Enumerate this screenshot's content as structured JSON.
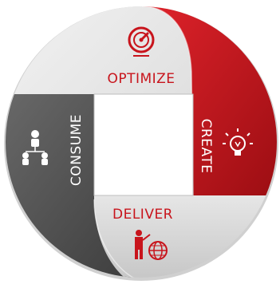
{
  "segments": {
    "optimize": {
      "label": "OPTIMIZE",
      "icon": "speedometer-icon",
      "color": "#c8141c"
    },
    "create": {
      "label": "CREATE",
      "icon": "lightbulb-icon",
      "color": "#ffffff"
    },
    "deliver": {
      "label": "DELIVER",
      "icon": "presenter-globe-icon",
      "color": "#c8141c"
    },
    "consume": {
      "label": "CONSUME",
      "icon": "user-group-icon",
      "color": "#ffffff"
    }
  },
  "colors": {
    "light_gray": "#dcdcdc",
    "red": "#c8141c",
    "dark_gray": "#5a5a5a",
    "center": "#ffffff"
  }
}
